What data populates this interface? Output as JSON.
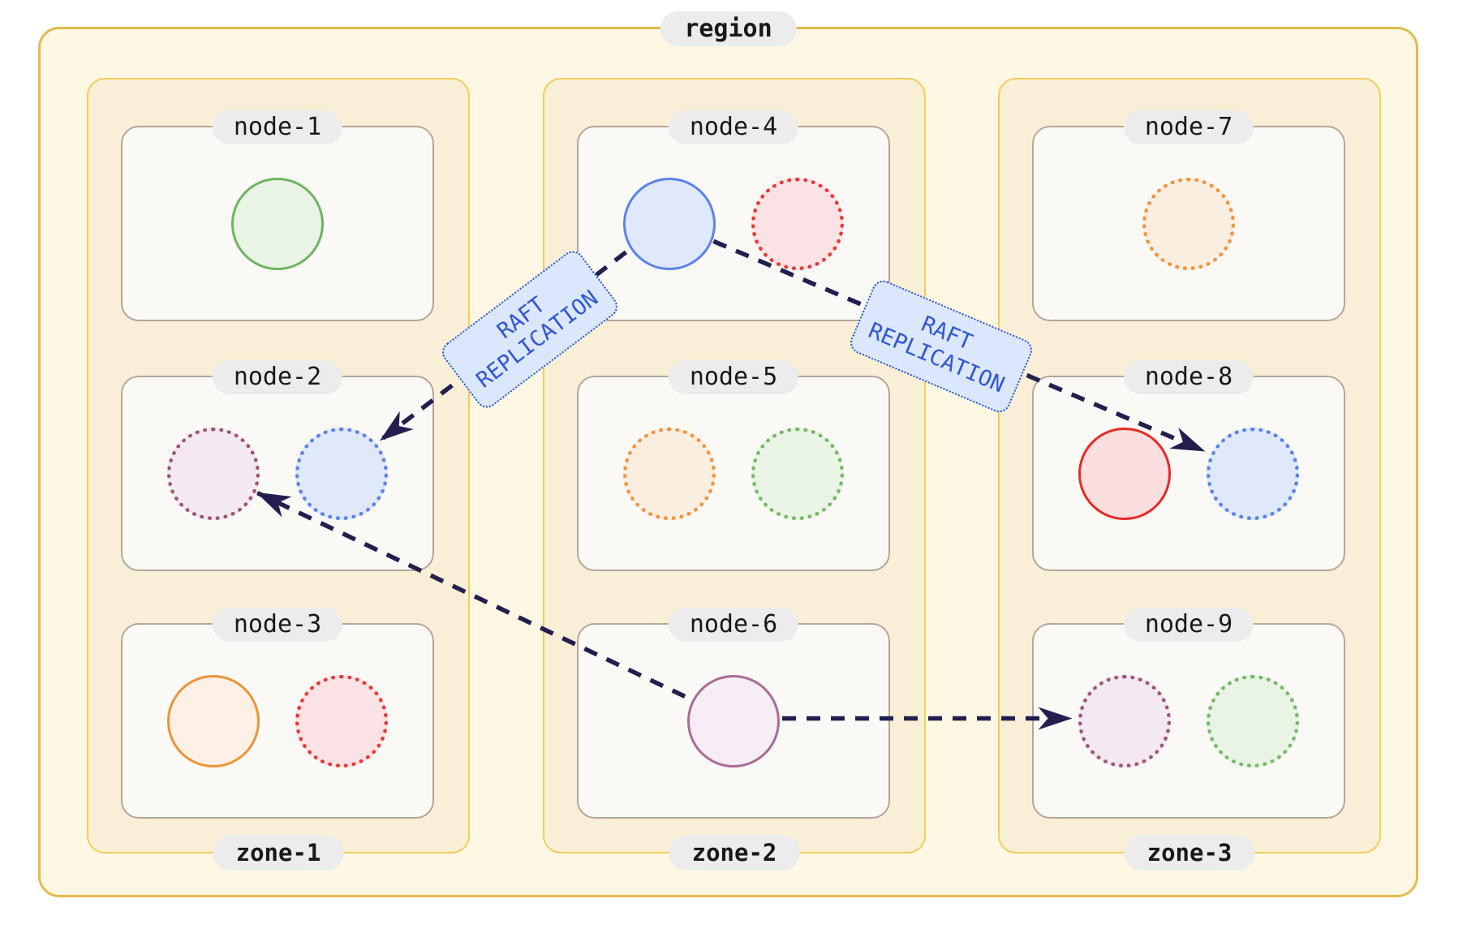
{
  "diagram": {
    "type": "cluster-topology",
    "region": {
      "label": "region",
      "zones": [
        {
          "label": "zone-1",
          "nodes": [
            {
              "label": "node-1",
              "replicas": [
                {
                  "name": "replica-green-solid",
                  "style": "solid",
                  "stroke": "#6fb460",
                  "fill": "#eaf4e6"
                }
              ]
            },
            {
              "label": "node-2",
              "replicas": [
                {
                  "name": "replica-purple-dotted",
                  "style": "dotted",
                  "stroke": "#9d5677",
                  "fill": "#f4e9f0"
                },
                {
                  "name": "replica-blue-dotted",
                  "style": "dotted",
                  "stroke": "#5b84e3",
                  "fill": "#dfe9fb"
                }
              ]
            },
            {
              "label": "node-3",
              "replicas": [
                {
                  "name": "replica-orange-solid",
                  "style": "solid",
                  "stroke": "#ec9439",
                  "fill": "#fcf1e4"
                },
                {
                  "name": "replica-red-dotted",
                  "style": "dotted",
                  "stroke": "#e6393b",
                  "fill": "#fbe2e4"
                }
              ]
            }
          ]
        },
        {
          "label": "zone-2",
          "nodes": [
            {
              "label": "node-4",
              "replicas": [
                {
                  "name": "replica-blue-solid-leader",
                  "style": "solid",
                  "stroke": "#5b84e3",
                  "fill": "#dfe9fb"
                },
                {
                  "name": "replica-red-dotted",
                  "style": "dotted",
                  "stroke": "#e6393b",
                  "fill": "#fbe2e4"
                }
              ]
            },
            {
              "label": "node-5",
              "replicas": [
                {
                  "name": "replica-orange-dotted",
                  "style": "dotted",
                  "stroke": "#ee9440",
                  "fill": "#faeee0"
                },
                {
                  "name": "replica-green-dotted",
                  "style": "dotted",
                  "stroke": "#77b868",
                  "fill": "#e9f4e4"
                }
              ]
            },
            {
              "label": "node-6",
              "replicas": [
                {
                  "name": "replica-purple-solid-leader",
                  "style": "solid",
                  "stroke": "#aa6b97",
                  "fill": "#f6eef4"
                }
              ]
            }
          ]
        },
        {
          "label": "zone-3",
          "nodes": [
            {
              "label": "node-7",
              "replicas": [
                {
                  "name": "replica-orange-dotted",
                  "style": "dotted",
                  "stroke": "#ee9440",
                  "fill": "#faeee0"
                }
              ]
            },
            {
              "label": "node-8",
              "replicas": [
                {
                  "name": "replica-red-solid",
                  "style": "solid",
                  "stroke": "#e52b28",
                  "fill": "#fbdfe0"
                },
                {
                  "name": "replica-blue-dotted",
                  "style": "dotted",
                  "stroke": "#5b84e3",
                  "fill": "#dfe9fb"
                }
              ]
            },
            {
              "label": "node-9",
              "replicas": [
                {
                  "name": "replica-purple-dotted",
                  "style": "dotted",
                  "stroke": "#9d5677",
                  "fill": "#f4e9f0"
                },
                {
                  "name": "replica-green-dotted",
                  "style": "dotted",
                  "stroke": "#77b868",
                  "fill": "#e9f4e4"
                }
              ]
            }
          ]
        }
      ]
    },
    "edges": [
      {
        "from": "node-4",
        "to": "node-2",
        "label": "RAFT REPLICATION",
        "label_lines": [
          "RAFT",
          "REPLICATION"
        ]
      },
      {
        "from": "node-4",
        "to": "node-8",
        "label": "RAFT REPLICATION",
        "label_lines": [
          "RAFT",
          "REPLICATION"
        ]
      },
      {
        "from": "node-6",
        "to": "node-2",
        "label": ""
      },
      {
        "from": "node-6",
        "to": "node-9",
        "label": ""
      }
    ],
    "colors": {
      "region_border": "#e3bb4c",
      "region_fill": "#fdf7e3",
      "zone_border": "#f2cd5b",
      "zone_fill": "#f9efd6",
      "node_border": "#b5a69b",
      "node_fill": "#faf9f6",
      "label_pill": "#ececec",
      "arrow": "#221f4f",
      "raft_label_fill": "#dbe7fc",
      "raft_label_border": "#2b52cb",
      "raft_label_text": "#3157d2"
    }
  }
}
